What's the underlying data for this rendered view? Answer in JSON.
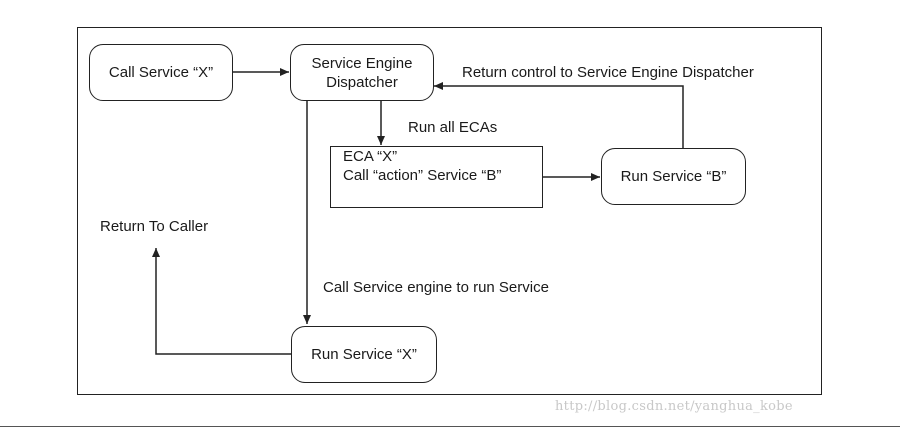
{
  "nodes": {
    "call_service_x": "Call Service “X”",
    "dispatcher_line1": "Service Engine",
    "dispatcher_line2": "Dispatcher",
    "eca_line1": "ECA “X”",
    "eca_line2": "Call “action” Service “B”",
    "run_service_b": "Run Service “B”",
    "run_service_x": "Run Service “X”"
  },
  "labels": {
    "return_control": "Return control to Service Engine Dispatcher",
    "run_all_ecas": "Run all ECAs",
    "return_to_caller": "Return To Caller",
    "call_engine_run": "Call Service engine to run Service"
  },
  "watermark": "http://blog.csdn.net/yanghua_kobe"
}
